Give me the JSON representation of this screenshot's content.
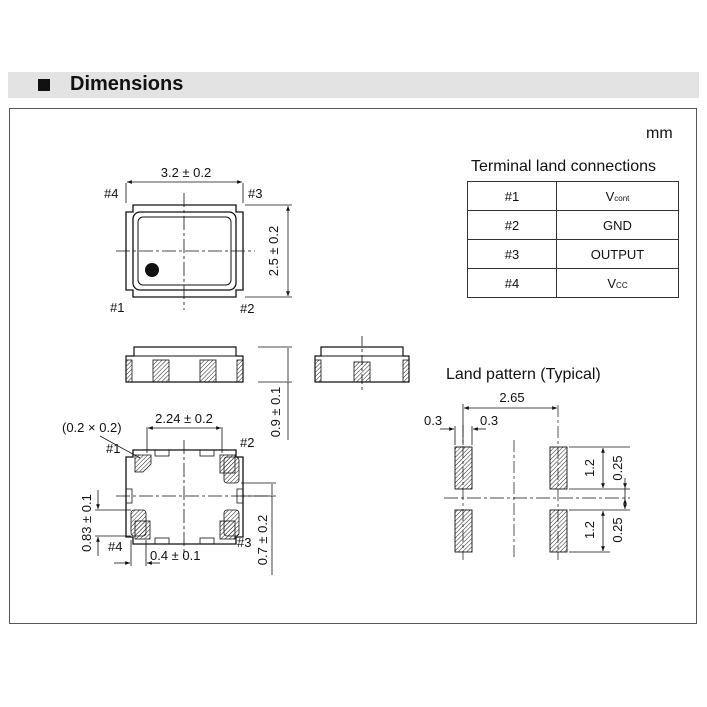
{
  "header": {
    "title": "Dimensions"
  },
  "unit": "mm",
  "table": {
    "title": "Terminal land connections",
    "rows": [
      {
        "pin": "#1",
        "main": "V",
        "sub": "cont"
      },
      {
        "pin": "#2",
        "main": "GND",
        "sub": ""
      },
      {
        "pin": "#3",
        "main": "OUTPUT",
        "sub": ""
      },
      {
        "pin": "#4",
        "main": "V",
        "sub": "CC"
      }
    ]
  },
  "top_view": {
    "width": "3.2 ± 0.2",
    "height": "2.5 ± 0.2",
    "pins": {
      "p1": "#1",
      "p2": "#2",
      "p3": "#3",
      "p4": "#4"
    }
  },
  "side_view": {
    "height": "0.9 ± 0.1"
  },
  "bottom_view": {
    "chamfer": "(0.2 × 0.2)",
    "pad_pitch": "2.24 ± 0.2",
    "pad_height": "0.83 ± 0.1",
    "pad_width": "0.4 ± 0.1",
    "pad_offset": "0.7 ± 0.2",
    "pins": {
      "p1": "#1",
      "p2": "#2",
      "p3": "#3",
      "p4": "#4"
    }
  },
  "land_pattern": {
    "title": "Land pattern (Typical)",
    "pitch": "2.65",
    "width_left": "0.3",
    "width_right": "0.3",
    "height_top": "1.2",
    "height_bottom": "1.2",
    "gap_top": "0.25",
    "gap_bottom": "0.25"
  }
}
